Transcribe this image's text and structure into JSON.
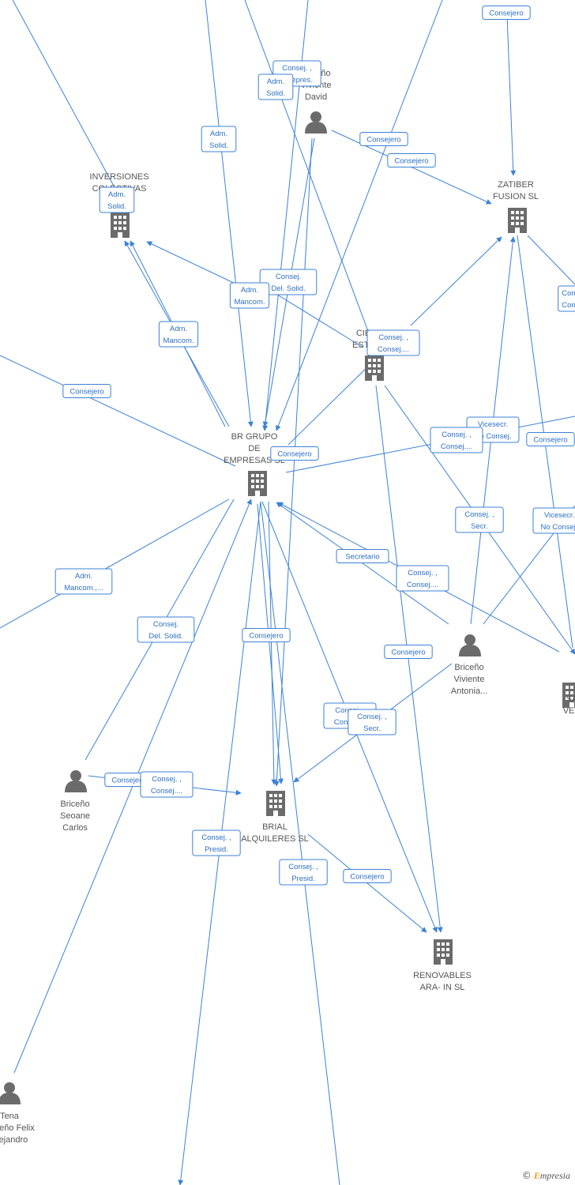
{
  "nodes": [
    {
      "id": "inversiones",
      "type": "company",
      "lines": [
        "INVERSIONES",
        "COLECTIVAS"
      ]
    },
    {
      "id": "zatiber",
      "type": "company",
      "lines": [
        "ZATIBER",
        "FUSION  SL"
      ]
    },
    {
      "id": "ciesta",
      "type": "company",
      "lines": [
        "CIE",
        "ESTA"
      ]
    },
    {
      "id": "brgrupo",
      "type": "company",
      "lines": [
        "BR GRUPO",
        "DE",
        "EMPRESAS SL"
      ]
    },
    {
      "id": "brial",
      "type": "company",
      "lines": [
        "BRIAL",
        "ALQUILERES  SL"
      ]
    },
    {
      "id": "renovables",
      "type": "company",
      "lines": [
        "RENOVABLES",
        "ARA- IN SL"
      ]
    },
    {
      "id": "sven",
      "type": "company",
      "lines": [
        "SA",
        "VEN"
      ]
    },
    {
      "id": "david",
      "type": "person",
      "lines": [
        "Briceño",
        "Viviente",
        "David"
      ]
    },
    {
      "id": "antonia",
      "type": "person",
      "lines": [
        "Briceño",
        "Viviente",
        "Antonia..."
      ]
    },
    {
      "id": "carlos",
      "type": "person",
      "lines": [
        "Briceño",
        "Seoane",
        "Carlos"
      ]
    },
    {
      "id": "felix",
      "type": "person",
      "lines": [
        "Tena",
        "Briceño Felix",
        "Alejandro"
      ]
    }
  ],
  "labels": [
    {
      "id": "l1",
      "lines": [
        "Consejero"
      ]
    },
    {
      "id": "l2",
      "lines": [
        "Consej. ,",
        "Vicepres."
      ]
    },
    {
      "id": "l3",
      "lines": [
        "Adm.",
        "Solid."
      ]
    },
    {
      "id": "l4",
      "lines": [
        "Adm.",
        "Solid."
      ]
    },
    {
      "id": "l5",
      "lines": [
        "Consejero"
      ]
    },
    {
      "id": "l6",
      "lines": [
        "Consejero"
      ]
    },
    {
      "id": "l7",
      "lines": [
        "Adm.",
        "Solid."
      ]
    },
    {
      "id": "l8",
      "lines": [
        "Consej.",
        "Del. Solid."
      ]
    },
    {
      "id": "l9",
      "lines": [
        "Adm.",
        "Mancom."
      ]
    },
    {
      "id": "l10",
      "lines": [
        "Adm.",
        "Mancom."
      ]
    },
    {
      "id": "l11",
      "lines": [
        "Consej. ,",
        "Consej...."
      ]
    },
    {
      "id": "l12",
      "lines": [
        "Consejero"
      ]
    },
    {
      "id": "l13",
      "lines": [
        "Consejero"
      ]
    },
    {
      "id": "l14",
      "lines": [
        "Vicesecr.",
        "No Consej."
      ]
    },
    {
      "id": "l15",
      "lines": [
        "Consej. ,",
        "Consej...."
      ]
    },
    {
      "id": "l16",
      "lines": [
        "Consejero"
      ]
    },
    {
      "id": "l17",
      "lines": [
        "Consej. ,",
        "Secr."
      ]
    },
    {
      "id": "l18",
      "lines": [
        "Vicesecr.",
        "No Consej."
      ]
    },
    {
      "id": "l19",
      "lines": [
        "Adm.",
        "Mancom.,..."
      ]
    },
    {
      "id": "l20",
      "lines": [
        "Secretario"
      ]
    },
    {
      "id": "l21",
      "lines": [
        "Consej. ,",
        "Consej...."
      ]
    },
    {
      "id": "l22",
      "lines": [
        "Consej.",
        "Del. Solid."
      ]
    },
    {
      "id": "l23",
      "lines": [
        "Consejero"
      ]
    },
    {
      "id": "l24",
      "lines": [
        "Consejero"
      ]
    },
    {
      "id": "l25",
      "lines": [
        "Consej. ,",
        "Consej...."
      ]
    },
    {
      "id": "l26",
      "lines": [
        "Consej. ,",
        "Secr."
      ]
    },
    {
      "id": "l27",
      "lines": [
        "Consejero"
      ]
    },
    {
      "id": "l28",
      "lines": [
        "Consej. ,",
        "Consej...."
      ]
    },
    {
      "id": "l29",
      "lines": [
        "Consej. ,",
        "Presid."
      ]
    },
    {
      "id": "l30",
      "lines": [
        "Consej. ,",
        "Presid."
      ]
    },
    {
      "id": "l31",
      "lines": [
        "Consejero"
      ]
    },
    {
      "id": "l32",
      "lines": [
        "Con",
        "Con"
      ]
    }
  ],
  "footer": {
    "copyright_symbol": "©",
    "brand_initial": "E",
    "brand_rest": "mpresia"
  },
  "colors": {
    "edge": "#3b82d6",
    "node_icon": "#6b6b6b",
    "node_text": "#555555"
  }
}
